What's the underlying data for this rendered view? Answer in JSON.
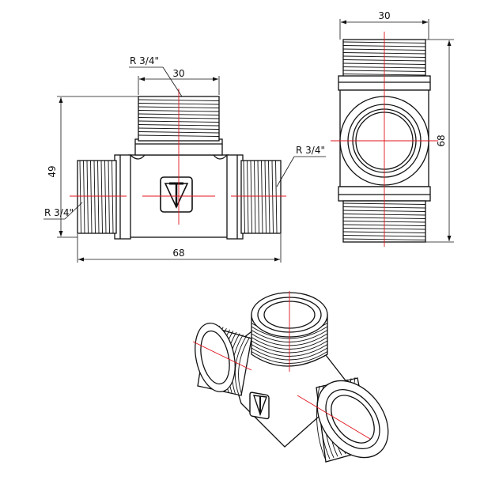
{
  "front_view": {
    "thread_top": "R 3/4\"",
    "thread_left": "R 3/4\"",
    "thread_right": "R 3/4\"",
    "dim_branch_width": "30",
    "dim_height": "49",
    "dim_length": "68"
  },
  "side_view": {
    "dim_width": "30",
    "dim_height": "68"
  },
  "logo_icon": "valtec-triangle-logo-icon",
  "colors": {
    "outline": "#111111",
    "axis": "#e0141e",
    "background": "#ffffff"
  }
}
